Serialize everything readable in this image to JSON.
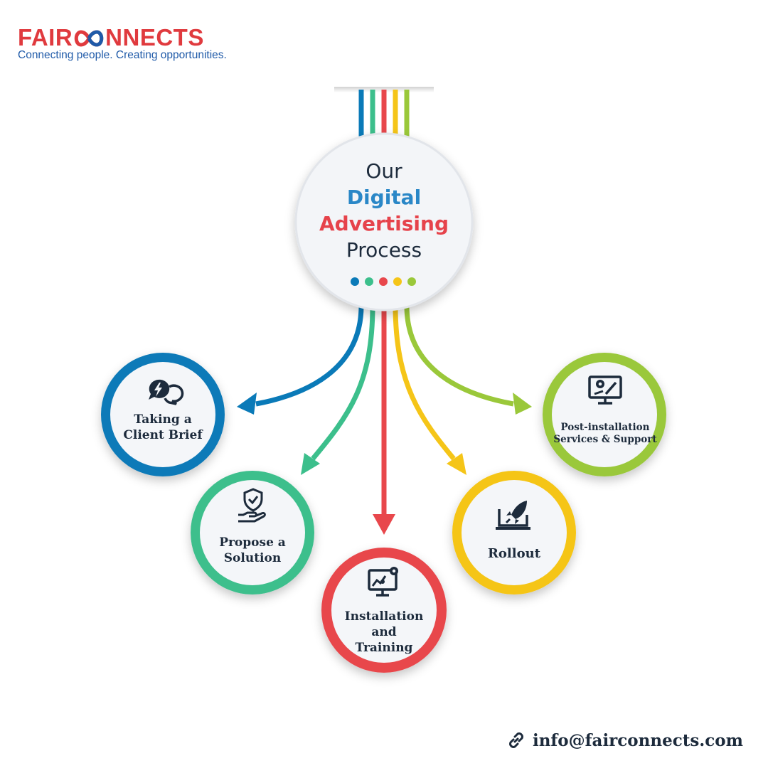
{
  "brand": {
    "name_left": "FAIR",
    "name_right": "NNECTS",
    "tagline": "Connecting people. Creating opportunities.",
    "colors": {
      "red": "#e03a3e",
      "blue": "#1f5aa8"
    }
  },
  "heading": {
    "line1": "Our",
    "line2": "Digital",
    "line3": "Advertising",
    "line4": "Process"
  },
  "palette": {
    "blue": "#0a7ab8",
    "teal": "#3cbf8c",
    "red": "#e8474c",
    "yellow": "#f5c518",
    "green": "#9ac83a",
    "text": "#1d2b3c"
  },
  "steps": [
    {
      "label_line1": "Taking a",
      "label_line2": "Client Brief",
      "icon": "chat-bubbles-lightning-icon",
      "color": "blue"
    },
    {
      "label_line1": "Propose a",
      "label_line2": "Solution",
      "icon": "hand-shield-check-icon",
      "color": "teal"
    },
    {
      "label_line1": "Installation",
      "label_line2": "and",
      "label_line3": "Training",
      "icon": "monitor-gear-icon",
      "color": "red"
    },
    {
      "label_line1": "Rollout",
      "icon": "laptop-rocket-icon",
      "color": "yellow"
    },
    {
      "label_line1": "Post-installation",
      "label_line2": "Services & Support",
      "icon": "monitor-tools-icon",
      "color": "green"
    }
  ],
  "footer": {
    "email": "info@fairconnects.com",
    "icon": "link-icon"
  }
}
